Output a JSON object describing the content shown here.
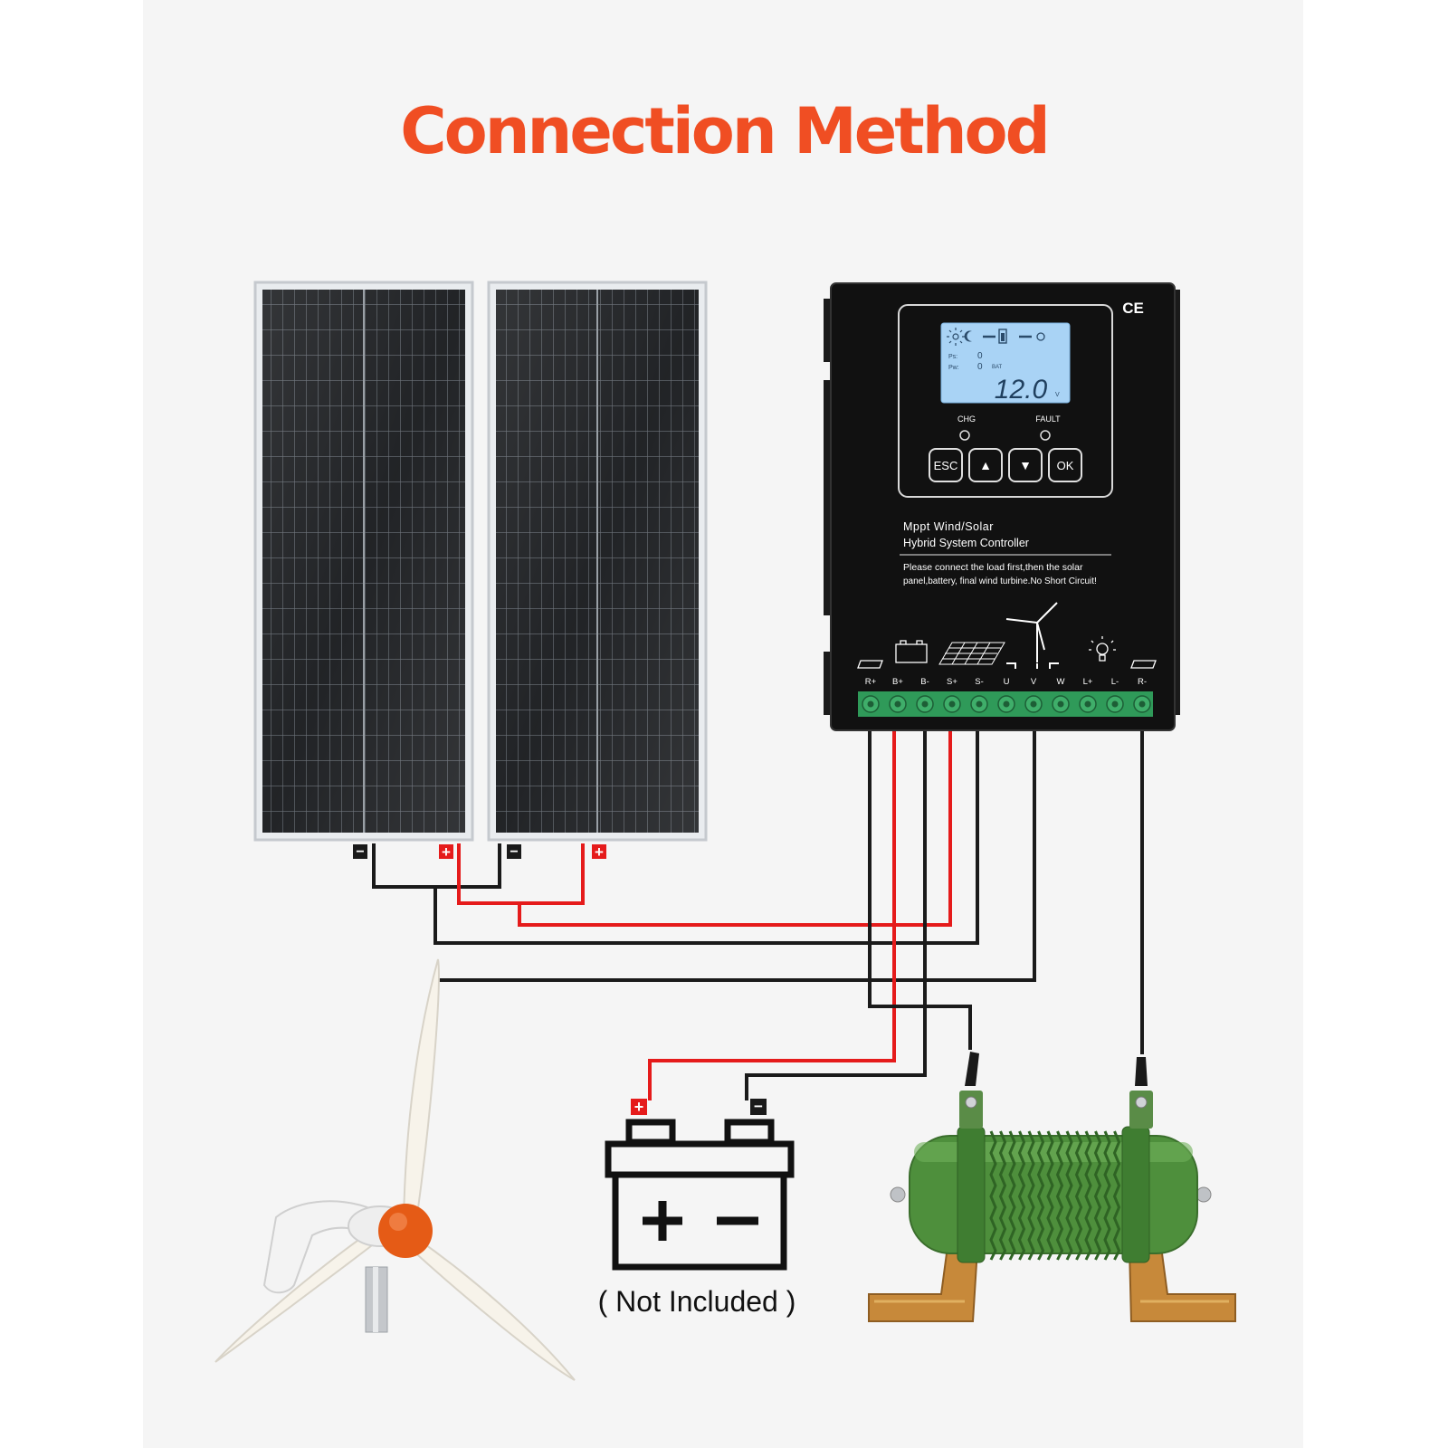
{
  "title": "Connection Method",
  "colors": {
    "title": "#f04e23",
    "wire_red": "#e51b1b",
    "wire_black": "#1a1a1a",
    "controller_body": "#111111",
    "lcd": "#a9d3f5",
    "terminal_strip": "#2f9a59",
    "resistor_green": "#4e8f3c",
    "bracket": "#c7893a",
    "rotor_hub": "#e55b16"
  },
  "controller": {
    "mark": "CE",
    "lcd": {
      "reading": "12.0",
      "unit": "V",
      "row1_label": "Ps:",
      "row2_label": "Pw:",
      "row1_value": "0",
      "row2_value": "0",
      "bat_label": "BAT"
    },
    "indicators": {
      "chg": "CHG",
      "fault": "FAULT"
    },
    "buttons": {
      "esc": "ESC",
      "up": "▲",
      "down": "▼",
      "ok": "OK"
    },
    "model_line1": "Mppt Wind/Solar",
    "model_line2": "Hybrid System Controller",
    "warning_line1": "Please connect the load first,then the solar",
    "warning_line2": "panel,battery, final wind turbine.No Short Circuit!",
    "terminals": [
      "R+",
      "B+",
      "B-",
      "S+",
      "S-",
      "U",
      "V",
      "W",
      "L+",
      "L-",
      "R-"
    ]
  },
  "solar_panels": {
    "panel1": {
      "neg_sign": "−",
      "pos_sign": "+"
    },
    "panel2": {
      "neg_sign": "−",
      "pos_sign": "+"
    }
  },
  "battery": {
    "pos_sign": "+",
    "neg_sign": "−",
    "caption": "( Not Included )"
  },
  "icons": [
    "battery-icon",
    "solar-panel-icon",
    "wind-turbine-icon",
    "light-bulb-icon",
    "resistor-icon",
    "sun-icon",
    "moon-icon"
  ]
}
